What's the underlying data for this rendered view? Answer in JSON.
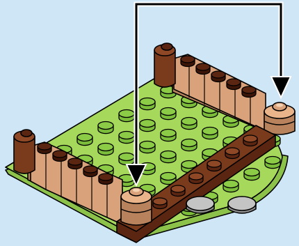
{
  "diagram": {
    "background": "#cfe6f6",
    "colors": {
      "plate": "#a6d85c",
      "plate_side": "#8cc24a",
      "stud_green": "#7bbd3a",
      "tan_brick": "#d9a27a",
      "tan_dark": "#b8835c",
      "brown": "#7a3a1c",
      "dark_brown": "#5a2612",
      "gray_tile": "#bdbdbd",
      "arrow": "#000000"
    },
    "parts": [
      {
        "name": "base-plate",
        "color": "light green"
      },
      {
        "name": "back-wall",
        "color": "tan"
      },
      {
        "name": "left-wall",
        "color": "tan"
      },
      {
        "name": "front-plate",
        "color": "reddish brown"
      },
      {
        "name": "corner-post",
        "color": "reddish brown"
      },
      {
        "name": "round-brick-stack",
        "color": "tan"
      },
      {
        "name": "round-tile",
        "color": "light gray"
      }
    ],
    "callout": {
      "arrows": 2,
      "target": "round-brick-stack"
    }
  }
}
